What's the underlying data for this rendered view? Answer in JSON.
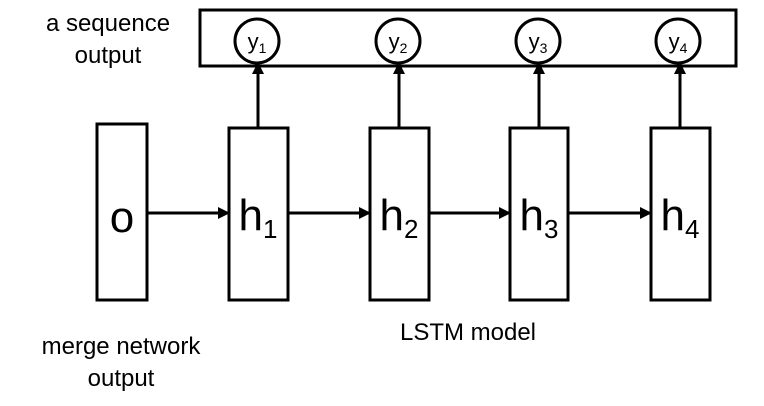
{
  "captions": {
    "sequence_output_line1": "a sequence",
    "sequence_output_line2": "output",
    "merge_output_line1": "merge network",
    "merge_output_line2": "output",
    "lstm_model": "LSTM model"
  },
  "input_node": {
    "label": "o"
  },
  "hidden_nodes": [
    {
      "base": "h",
      "sub": "1"
    },
    {
      "base": "h",
      "sub": "2"
    },
    {
      "base": "h",
      "sub": "3"
    },
    {
      "base": "h",
      "sub": "4"
    }
  ],
  "output_nodes": [
    {
      "base": "y",
      "sub": "1"
    },
    {
      "base": "y",
      "sub": "2"
    },
    {
      "base": "y",
      "sub": "3"
    },
    {
      "base": "y",
      "sub": "4"
    }
  ]
}
